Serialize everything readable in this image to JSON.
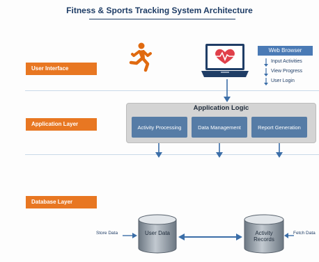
{
  "title": "Fitness & Sports Tracking System Architecture",
  "layers": {
    "ui": "User Interface",
    "application": "Application Layer",
    "database": "Database Layer"
  },
  "browser": {
    "label": "Web Browser",
    "items": [
      "Input Activities",
      "View Progress",
      "User Login"
    ]
  },
  "application": {
    "title": "Application Logic",
    "modules": [
      "Activity Processing",
      "Data Management",
      "Report Generation"
    ]
  },
  "database": {
    "user_data": "User Data",
    "activity_records": "Activity Records",
    "store_label": "Store Data",
    "fetch_label": "Fetch Data"
  },
  "icons": {
    "runner": "running-person-icon",
    "laptop": "laptop-heart-icon",
    "database": "database-cylinder-icon"
  },
  "colors": {
    "title": "#1f3d66",
    "layer_label": "#e87722",
    "module": "#567ca6",
    "browser": "#4a7ab5",
    "arrow": "#3b6ea8",
    "heart": "#e0404a",
    "cylinder": "#7d8893"
  }
}
